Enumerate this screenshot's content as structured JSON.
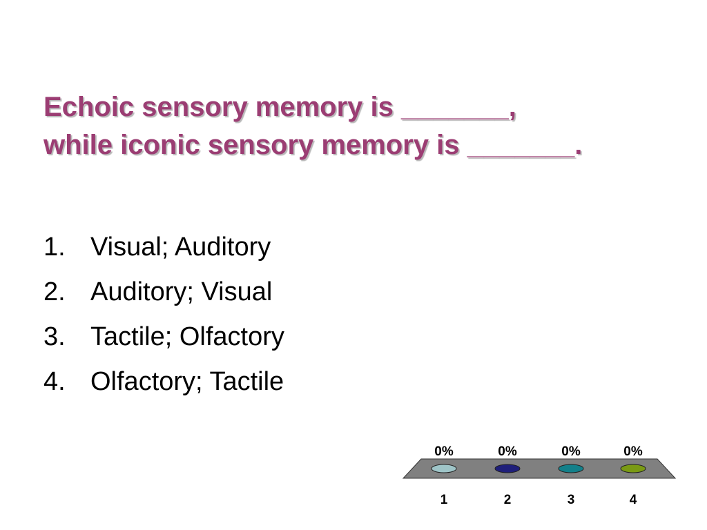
{
  "slide": {
    "title_lines": [
      "Echoic sensory memory is _______,",
      "while iconic sensory memory is _______."
    ],
    "options": [
      {
        "number": "1.",
        "text": "Visual; Auditory"
      },
      {
        "number": "2.",
        "text": "Auditory; Visual"
      },
      {
        "number": "3.",
        "text": "Tactile; Olfactory"
      },
      {
        "number": "4.",
        "text": "Olfactory; Tactile"
      }
    ]
  },
  "chart_data": {
    "type": "bar",
    "categories": [
      "1",
      "2",
      "3",
      "4"
    ],
    "values": [
      0,
      0,
      0,
      0
    ],
    "value_labels": [
      "0%",
      "0%",
      "0%",
      "0%"
    ],
    "ylim": [
      0,
      100
    ],
    "title": "",
    "xlabel": "",
    "ylabel": "",
    "colors": [
      "#9fc5c8",
      "#1f1f7a",
      "#13808a",
      "#7a9a14"
    ],
    "floor_color": "#808080",
    "grid": false
  }
}
